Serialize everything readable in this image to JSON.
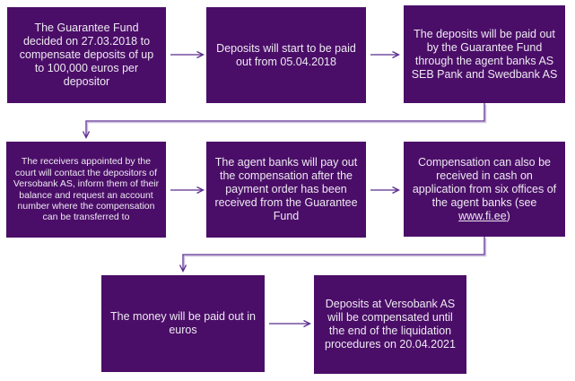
{
  "colors": {
    "background": "#FFFFFF",
    "box_fill": "#4B0E68",
    "box_text": "#EDE9F1",
    "connector": "#5B2C8F",
    "link_text": "#EDE9F1"
  },
  "flow": {
    "boxes": [
      {
        "text": "The Guarantee Fund decided on 27.03.2018 to compensate deposits of up to 100,000 euros per depositor"
      },
      {
        "text": "Deposits will start to be paid out from 05.04.2018"
      },
      {
        "text": "The deposits will be paid out by the Guarantee Fund through the agent banks AS SEB Pank and Swedbank AS"
      },
      {
        "text": "The receivers appointed by the court will contact the depositors of Versobank AS, inform them of their balance and request an account number where the compensation can be transferred to"
      },
      {
        "text": "The agent banks will pay out the compensation after the payment order has been received from the Guarantee Fund"
      },
      {
        "text_before": "Compensation can also be received in cash on application from six offices of the agent banks (see ",
        "link_text": "www.fi.ee",
        "text_after": ")"
      },
      {
        "text": "The money will be paid out in euros"
      },
      {
        "text": "Deposits at Versobank AS will be compensated until the end of the liquidation procedures on 20.04.2021"
      }
    ]
  }
}
